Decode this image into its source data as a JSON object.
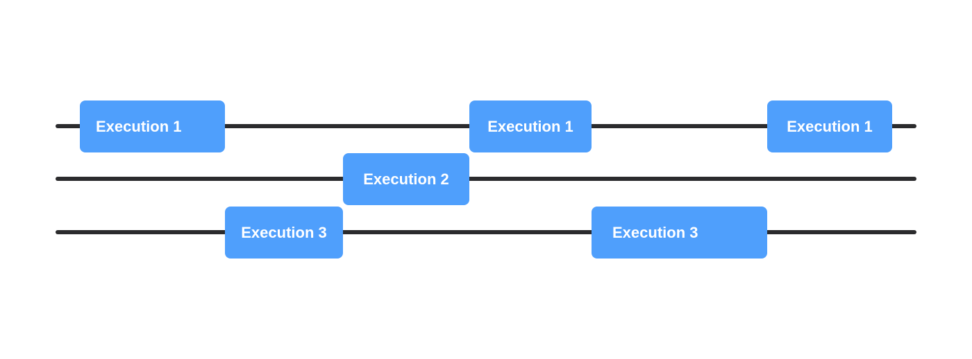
{
  "colors": {
    "block": "#4f9ffc",
    "lane": "#2b2b2d",
    "background": "#ffffff",
    "text": "#ffffff"
  },
  "lanes": [
    {
      "blocks": [
        "Execution 1",
        "Execution 1",
        "Execution 1"
      ]
    },
    {
      "blocks": [
        "Execution 2"
      ]
    },
    {
      "blocks": [
        "Execution 3",
        "Execution 3"
      ]
    }
  ]
}
